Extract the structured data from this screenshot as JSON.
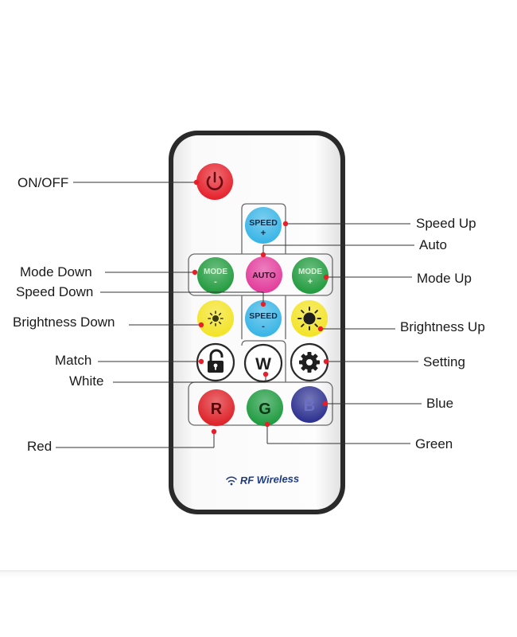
{
  "callouts": {
    "on_off": "ON/OFF",
    "speed_up": "Speed Up",
    "auto": "Auto",
    "mode_down": "Mode Down",
    "mode_up": "Mode Up",
    "speed_down": "Speed Down",
    "brightness_down": "Brightness Down",
    "brightness_up": "Brightness Up",
    "match": "Match",
    "setting": "Setting",
    "white": "White",
    "blue": "Blue",
    "red": "Red",
    "green": "Green"
  },
  "buttons": {
    "speed_plus": {
      "line1": "SPEED",
      "line2": "+"
    },
    "auto": "AUTO",
    "mode_minus": {
      "line1": "MODE",
      "line2": "-"
    },
    "mode_plus": {
      "line1": "MODE",
      "line2": "+"
    },
    "speed_minus": {
      "line1": "SPEED",
      "line2": "-"
    },
    "white": "W",
    "red": "R",
    "green": "G",
    "blue": "B"
  },
  "branding": "RF Wireless",
  "colors": {
    "power": "#e5202a",
    "speed": "#36b4e6",
    "auto": "#e23a9a",
    "mode": "#1f9a3c",
    "brightness": "#f3e324",
    "red": "#dd1f26",
    "green": "#1c9a3e",
    "blue": "#2b2f8f"
  }
}
